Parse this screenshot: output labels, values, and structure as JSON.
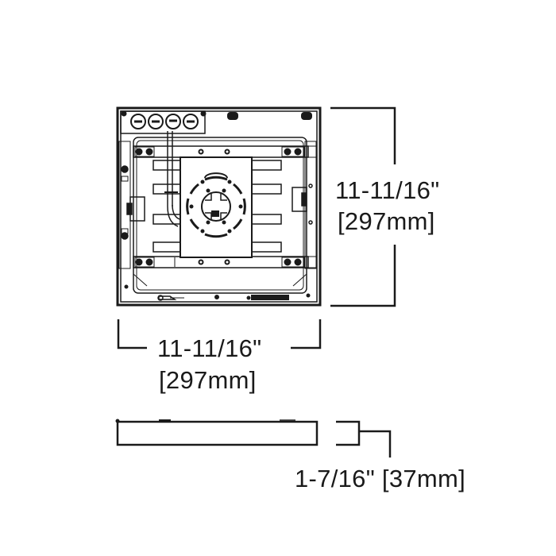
{
  "drawing": {
    "title": "Square fixture dimensional drawing",
    "views": [
      "top-view",
      "side-view"
    ],
    "line_color": "#1a1a1a",
    "background": "#ffffff"
  },
  "dimensions": {
    "height": {
      "imperial": "11-11/16\"",
      "metric": "[297mm]"
    },
    "width": {
      "imperial": "11-11/16\"",
      "metric": "[297mm]"
    },
    "depth": {
      "label": "1-7/16\" [37mm]"
    }
  },
  "components": {
    "terminal_block": {
      "screws": 4
    },
    "mounting_plate": {
      "pattern": "circular-knockout"
    }
  }
}
